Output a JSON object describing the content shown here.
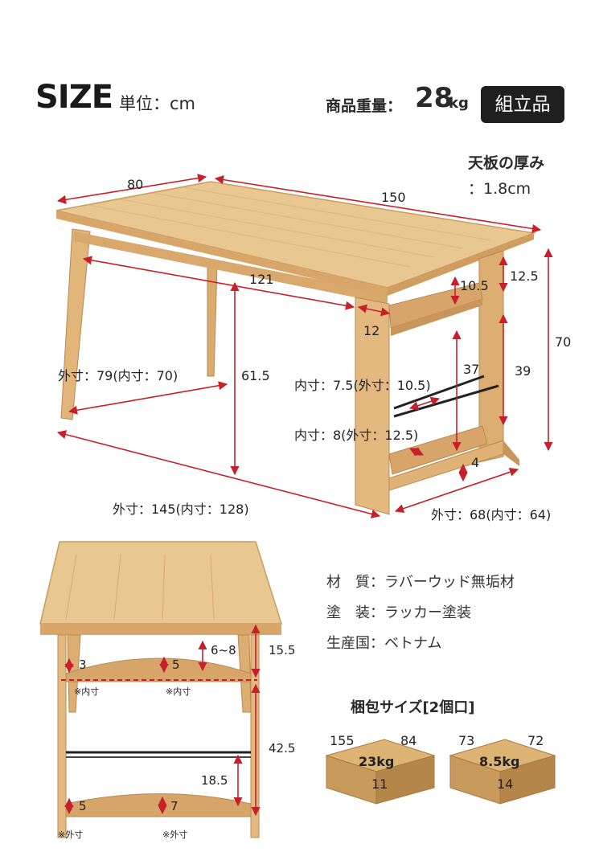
{
  "header": {
    "title": "SIZE",
    "unit": "単位：cm",
    "weight_label": "商品重量：",
    "weight_value": "28",
    "weight_unit": "kg",
    "assembly": "組立品"
  },
  "thickness": {
    "title": "天板の厚み",
    "value": "：1.8cm"
  },
  "dimensions": {
    "depth": "80",
    "width": "150",
    "inner_width": "121",
    "shelf_gap": "10.5",
    "top_gap": "12.5",
    "leg_width": "12",
    "height": "70",
    "under_height": "61.5",
    "side_outer": "外寸：79(内寸：70)",
    "bar_length": "37",
    "side_height": "39",
    "upper_bar": "内寸：7.5(外寸：10.5)",
    "lower_bar": "内寸：8(外寸：12.5)",
    "bottom_gap": "4",
    "front_outer": "外寸：145(内寸：128)",
    "base_outer": "外寸：68(内寸：64)"
  },
  "side_view": {
    "upper_range": "6~8",
    "upper_left": "3",
    "upper_mid": "5",
    "upper_height": "15.5",
    "note_inner_1": "※内寸",
    "note_inner_2": "※内寸",
    "mid_height": "42.5",
    "lower_depth": "18.5",
    "lower_left": "5",
    "lower_mid": "7",
    "note_outer_1": "※外寸",
    "note_outer_2": "※外寸"
  },
  "specs": [
    {
      "label": "材　質",
      "value": "：ラバーウッド無垢材"
    },
    {
      "label": "塗　装",
      "value": "：ラッカー塗装"
    },
    {
      "label": "生産国",
      "value": "：ベトナム"
    }
  ],
  "package": {
    "title": "梱包サイズ[2個口]",
    "boxes": [
      {
        "dim1": "155",
        "dim2": "84",
        "weight": "23kg",
        "dim3": "11"
      },
      {
        "dim1": "73",
        "dim2": "72",
        "weight": "8.5kg",
        "dim3": "14"
      }
    ]
  },
  "colors": {
    "wood": "#e3bc84",
    "wood_dark": "#c9955a",
    "arrow": "#c8202a",
    "box": "#c89a5b"
  }
}
